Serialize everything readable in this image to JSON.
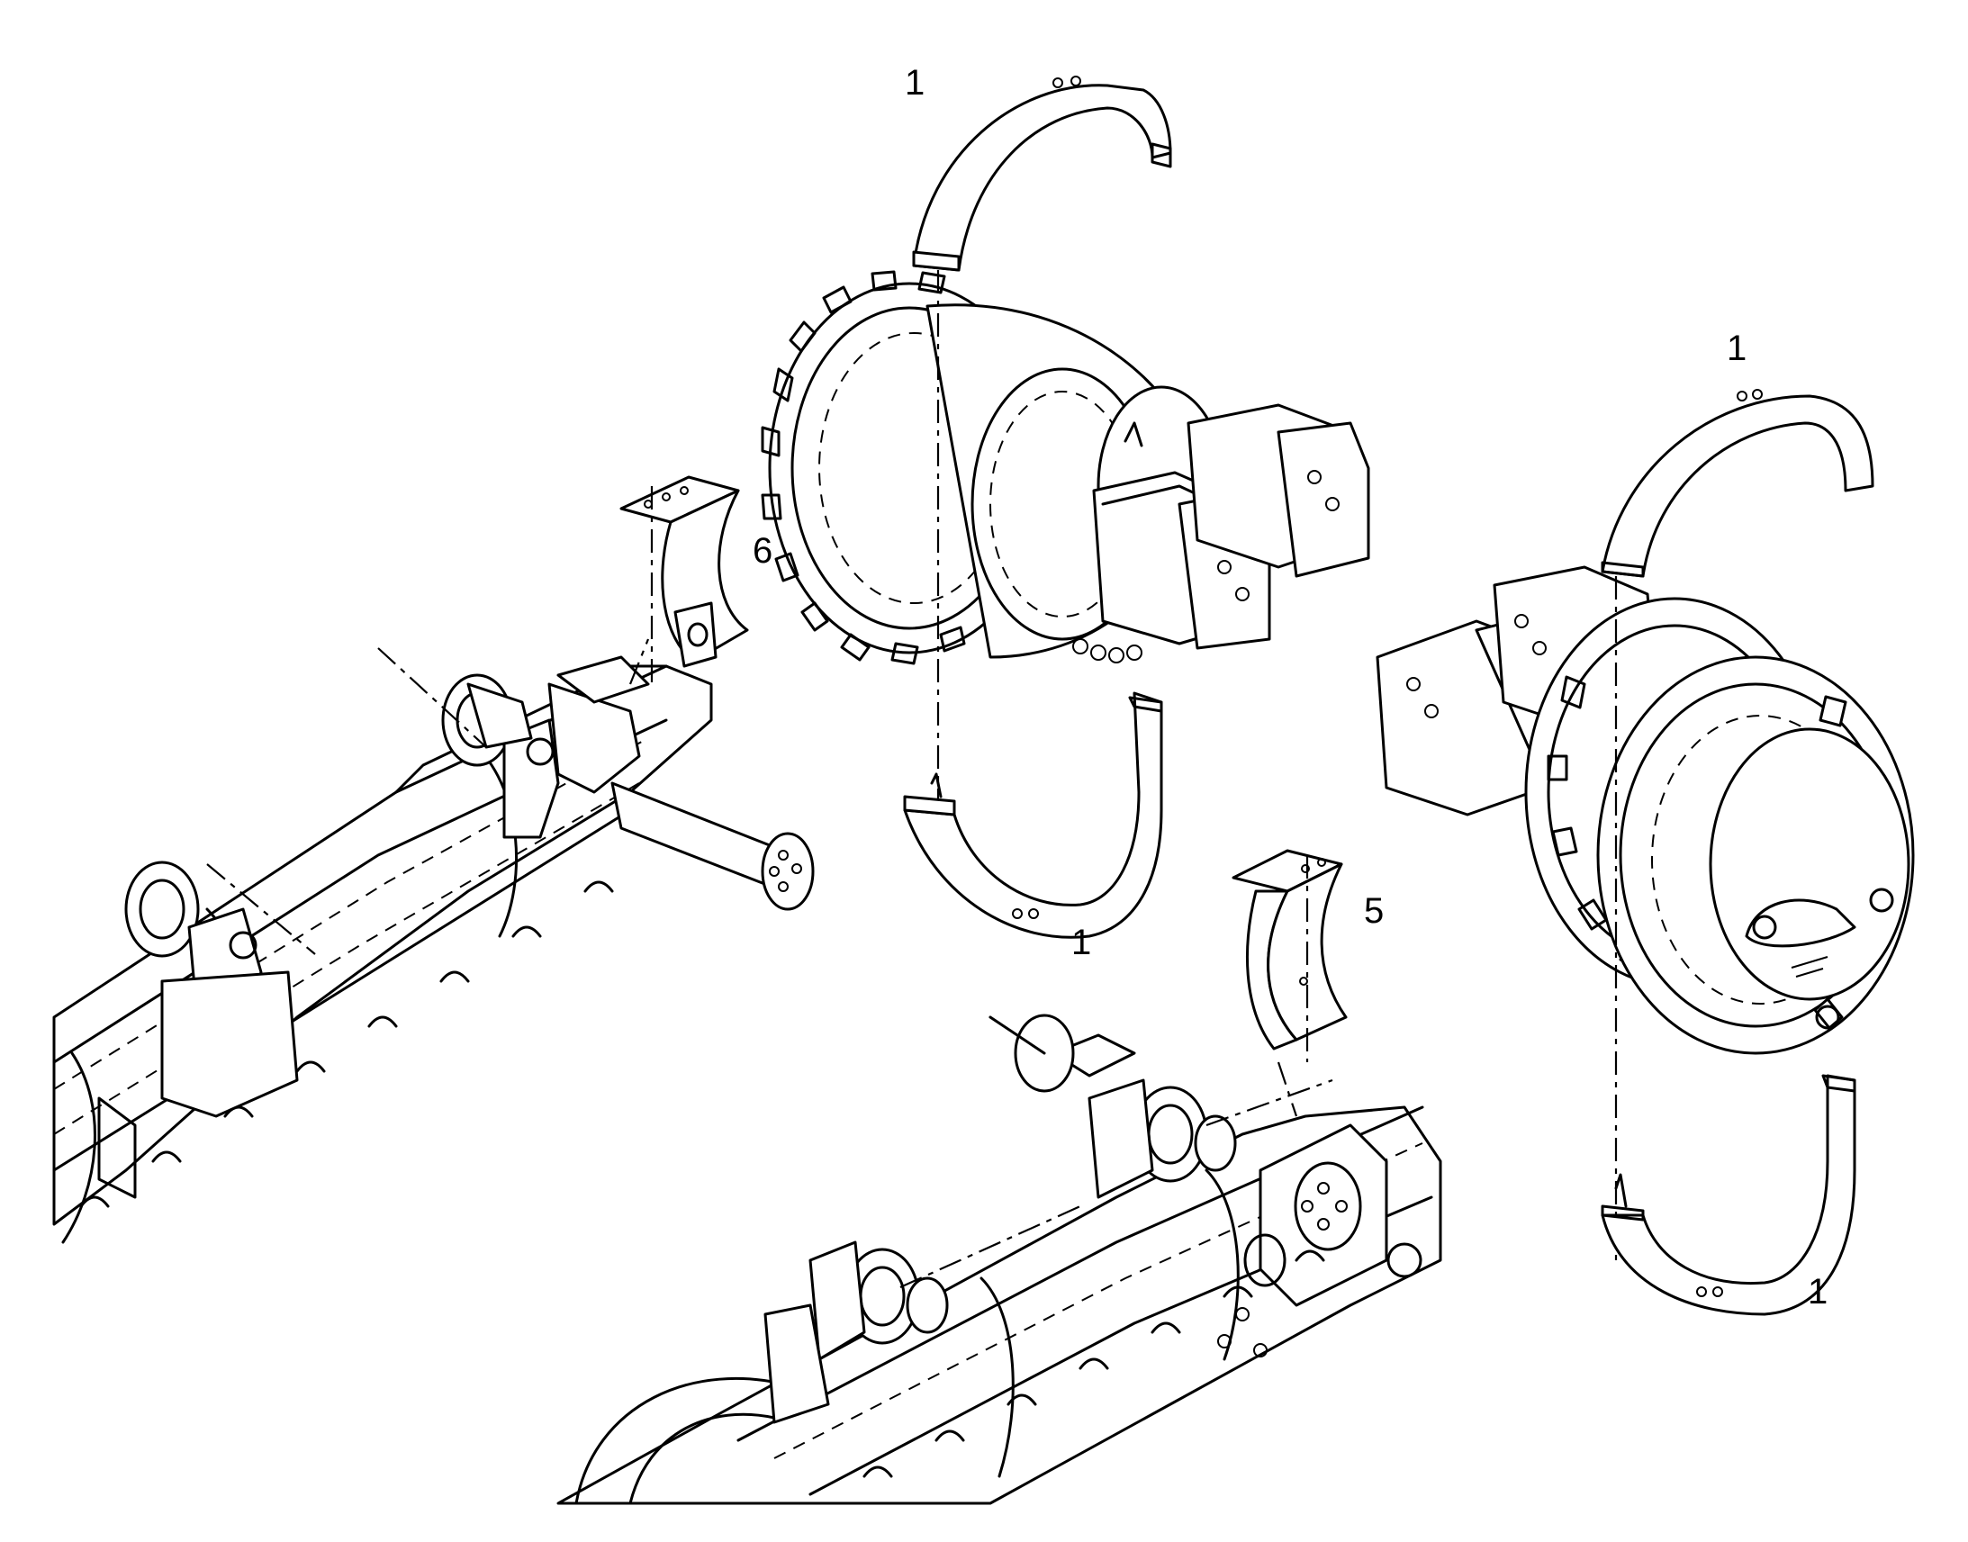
{
  "callouts": {
    "c1_top": "1",
    "c1_right_top": "1",
    "c1_mid": "1",
    "c1_right_bottom": "1",
    "c5": "5",
    "c6": "6"
  },
  "colors": {
    "ink": "#000000",
    "background": "#ffffff"
  }
}
